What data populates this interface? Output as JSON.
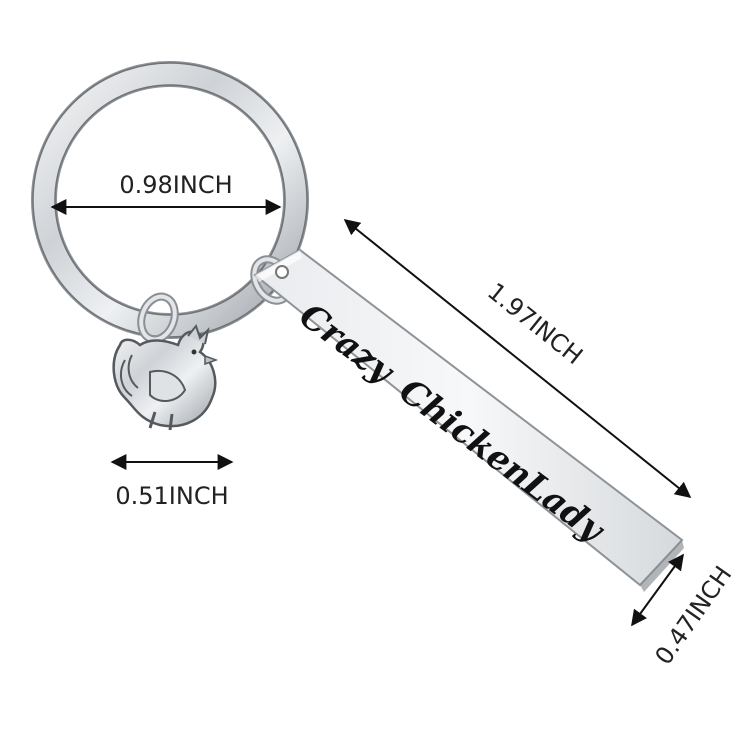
{
  "product": {
    "engraving_words": [
      "Crazy",
      "Chicken",
      "Lady"
    ]
  },
  "dimensions": {
    "ring_diameter": "0.98INCH",
    "charm_width": "0.51INCH",
    "tag_length": "1.97INCH",
    "tag_width": "0.47INCH"
  },
  "colors": {
    "background": "#ffffff",
    "metal": "#c9ccd0",
    "dimension_line": "#111111"
  }
}
